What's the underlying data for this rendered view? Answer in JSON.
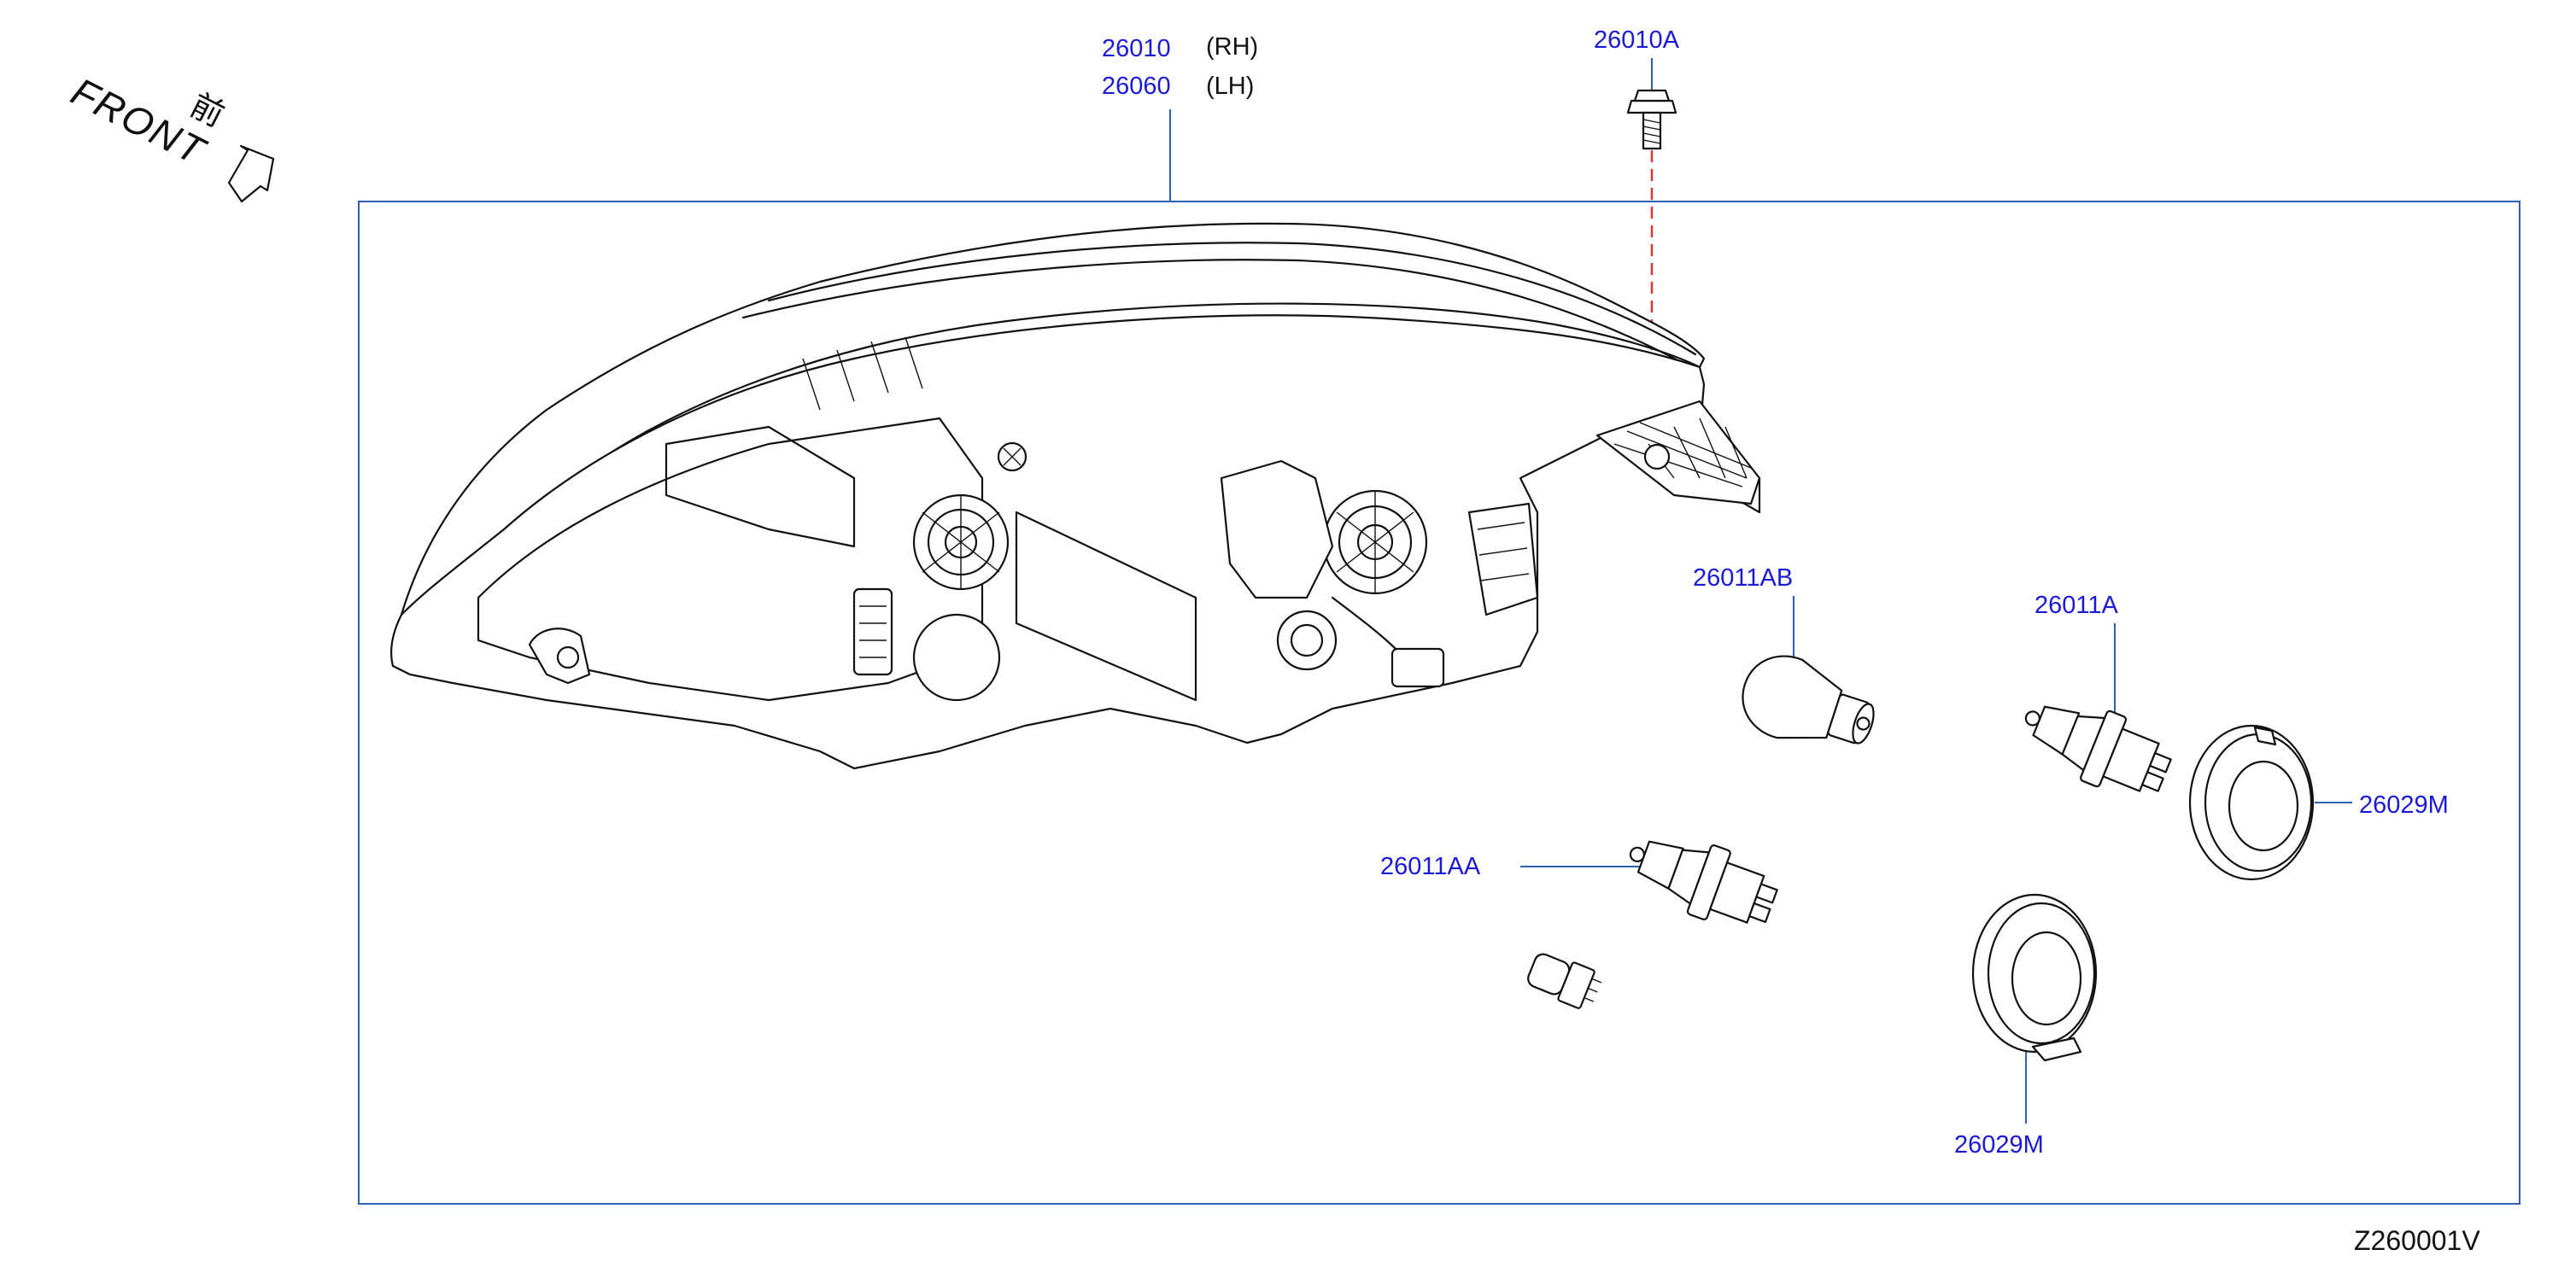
{
  "orientation": {
    "word": "FRONT",
    "kanji": "前"
  },
  "assembly": {
    "rh_part": "26010",
    "rh_side": "(RH)",
    "lh_part": "26060",
    "lh_side": "(LH)"
  },
  "callouts": {
    "bolt": "26010A",
    "bulb_ab": "26011AB",
    "bulb_a": "26011A",
    "bulb_aa": "26011AA",
    "cap_right": "26029M",
    "cap_bottom": "26029M"
  },
  "diagram_code": "Z260001V",
  "colors": {
    "label": "#1a1ad6",
    "frame": "#2f5fb0",
    "hidden_line": "#e03030",
    "drawing": "#111111"
  }
}
